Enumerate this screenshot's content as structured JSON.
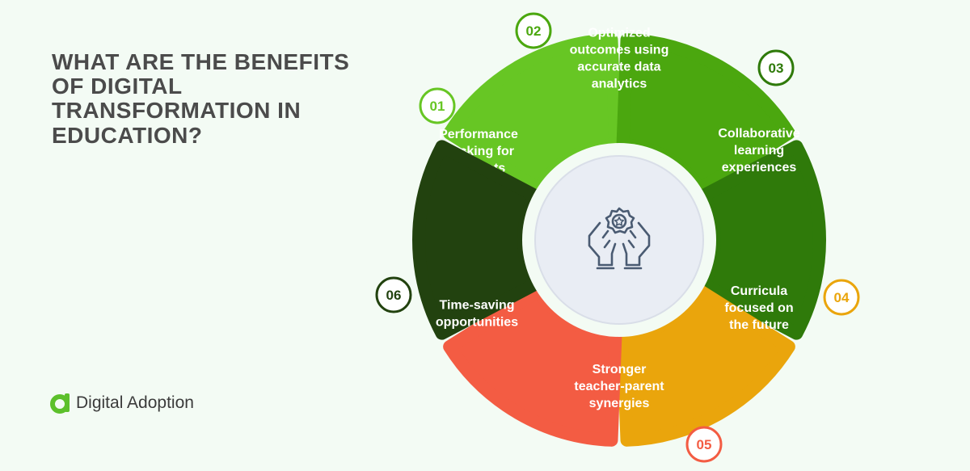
{
  "title": "WHAT ARE THE BENEFITS OF DIGITAL TRANSFORMATION IN EDUCATION?",
  "brand": {
    "name": "Digital Adoption",
    "logo_icon": "digital-adoption-logo-icon",
    "logo_color": "#5cc02b"
  },
  "center_icon": "hands-holding-badge-icon",
  "segments": [
    {
      "number": "01",
      "lines": [
        "Performance",
        "tracking for",
        "students"
      ],
      "color": "#67c624"
    },
    {
      "number": "02",
      "lines": [
        "Optimized",
        "outcomes using",
        "accurate data",
        "analytics"
      ],
      "color": "#4ba70f"
    },
    {
      "number": "03",
      "lines": [
        "Collaborative",
        "learning",
        "experiences"
      ],
      "color": "#2f7a0a"
    },
    {
      "number": "04",
      "lines": [
        "Curricula",
        "focused on",
        "the future"
      ],
      "color": "#eaa50c"
    },
    {
      "number": "05",
      "lines": [
        "Stronger",
        "teacher-parent",
        "synergies"
      ],
      "color": "#f35c43"
    },
    {
      "number": "06",
      "lines": [
        "Time-saving",
        "opportunities"
      ],
      "color": "#22420f"
    }
  ]
}
